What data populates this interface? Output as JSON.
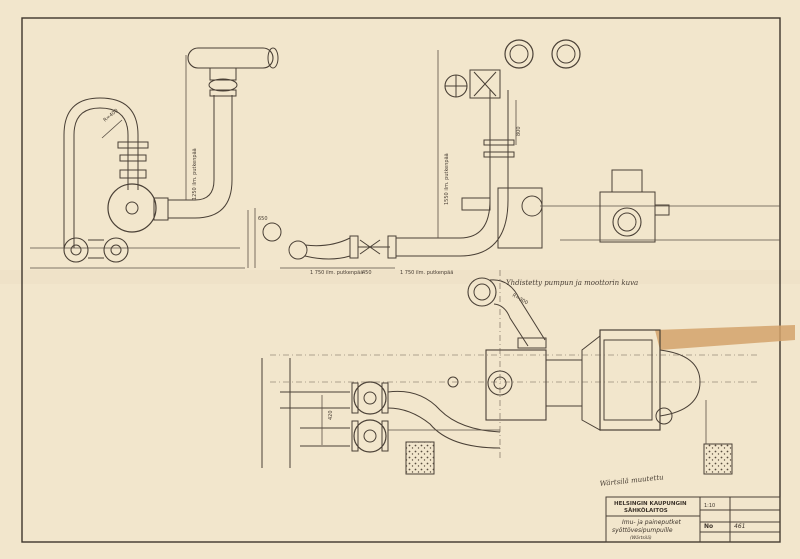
{
  "title_block": {
    "organization_line1": "HELSINGIN KAUPUNGIN",
    "organization_line2": "SÄHKÖLAITOS",
    "drawing_title_line1": "Imu- ja paineputket",
    "drawing_title_line2": "syöttövesipumpuille",
    "drawing_title_line3": "(Wärtsilä)",
    "scale": "1:10",
    "number_label": "No",
    "number_value": "461"
  },
  "annotations": {
    "main_note": "Yhdistetty pumpun ja moottorin kuva",
    "signature": "Wärtsilä muutettu",
    "dim_left_vertical": "1250 ilm. putkenpää",
    "dim_mid_vertical": "1550 ilm. putkenpää",
    "dim_bottom_left": "1 750 ilm. putkenpää",
    "dim_bottom_right": "1 750 ilm. putkenpää",
    "dim_radius_1": "R=400",
    "dim_radius_2": "R=300",
    "dim_420": "420",
    "dim_800": "800",
    "dim_450": "450",
    "dim_650": "650"
  }
}
